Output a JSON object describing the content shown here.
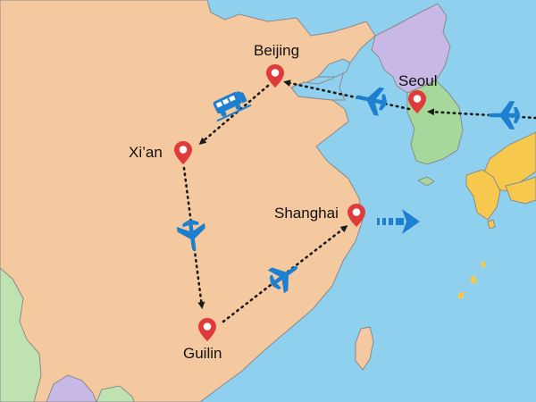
{
  "map": {
    "colors": {
      "sea": "#8fd0ee",
      "china": "#f5c9a0",
      "north_korea": "#c7b8e6",
      "south_korea": "#a6d89b",
      "japan": "#f6c94e",
      "southwest_land": "#bfe3b0",
      "pin": "#e03b3b",
      "route_dots": "#1a1a1a",
      "transport_icon": "#1c7fd0"
    },
    "cities": {
      "beijing": "Beijing",
      "xian": "Xi’an",
      "shanghai": "Shanghai",
      "guilin": "Guilin",
      "seoul": "Seoul"
    },
    "route_order": [
      "Seoul",
      "Beijing",
      "Xi’an",
      "Guilin",
      "Shanghai"
    ],
    "transport": {
      "seoul_inbound": "airplane-icon",
      "seoul_to_beijing": "airplane-icon",
      "beijing_to_xian": "train-icon",
      "xian_to_guilin": "airplane-icon",
      "guilin_to_shanghai": "airplane-icon",
      "shanghai_outbound": "arrow-right-icon"
    }
  }
}
